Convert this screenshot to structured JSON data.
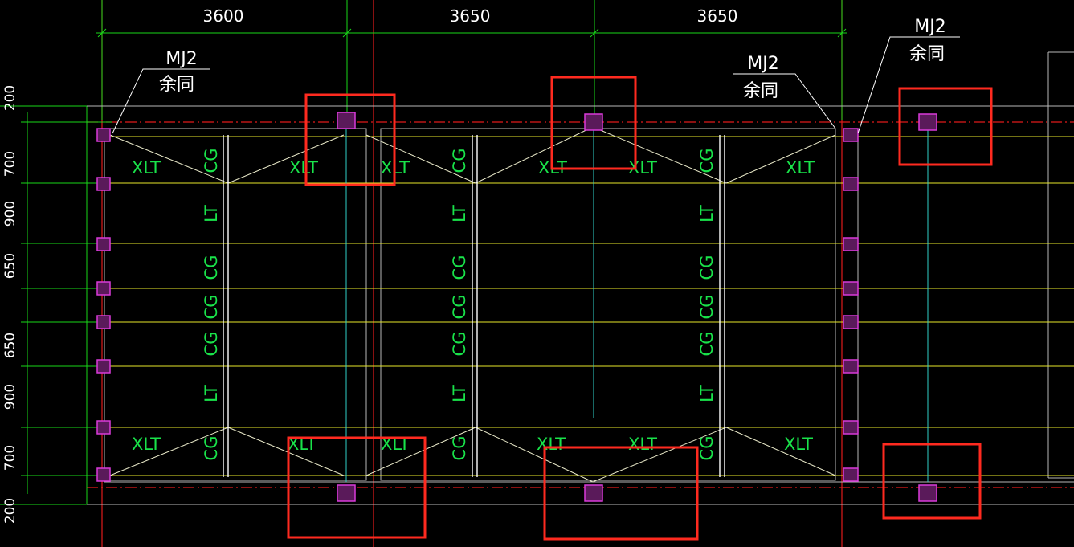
{
  "dimensions": {
    "top": [
      "3600",
      "3650",
      "3650"
    ],
    "left": [
      "200",
      "700",
      "900",
      "650",
      "650",
      "900",
      "700",
      "200"
    ]
  },
  "callouts": [
    {
      "tag": "MJ2",
      "note": "余同"
    },
    {
      "tag": "MJ2",
      "note": "余同"
    },
    {
      "tag": "MJ2",
      "note": "余同"
    }
  ],
  "member_labels": {
    "diagonal_tie": "XLT",
    "rigid_tie": "CG",
    "tie_rod": "LT"
  },
  "colors": {
    "background": "#000000",
    "axis": "#e01a1a",
    "dimension": "#19d619",
    "text_green": "#19e34a",
    "purlin": "#e6e62a",
    "embed_plate": "#d93ad9",
    "highlight_box": "#ff2a1f",
    "cyan": "#30d0c8"
  },
  "highlight_count": 6
}
